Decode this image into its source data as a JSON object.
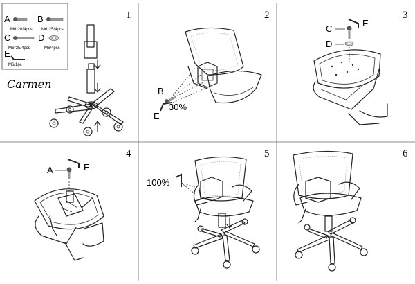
{
  "brand": "Carmen",
  "parts": [
    {
      "letter": "A",
      "spec": "M6*20/4pcs"
    },
    {
      "letter": "B",
      "spec": "M6*25/4pcs"
    },
    {
      "letter": "C",
      "spec": "M6*35/4pcs"
    },
    {
      "letter": "D",
      "spec": "M6/4pcs"
    },
    {
      "letter": "E",
      "spec": "M6/1pc"
    }
  ],
  "steps": [
    "1",
    "2",
    "3",
    "4",
    "5",
    "6"
  ],
  "step2": {
    "label_b": "B",
    "label_e": "E",
    "torque": "30%"
  },
  "step3": {
    "label_c": "C",
    "label_e": "E",
    "label_d": "D"
  },
  "step4": {
    "label_a": "A",
    "label_e": "E"
  },
  "step5": {
    "torque": "100%"
  }
}
